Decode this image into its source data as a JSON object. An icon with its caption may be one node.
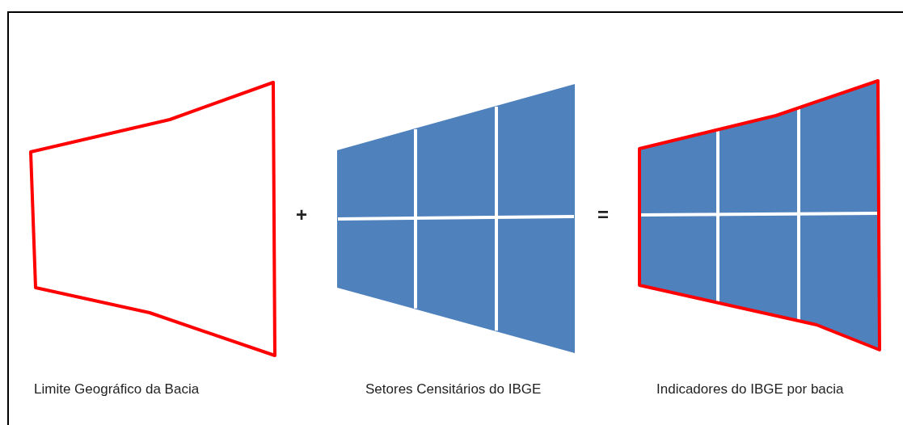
{
  "diagram": {
    "nodes": [
      {
        "text": [],
        "shape": "picture",
        "beside": [
          "Limite Geográfico da Bacia"
        ]
      },
      {
        "text": [],
        "shape": "picture",
        "beside": [
          "Setores Censitários do IBGE"
        ]
      },
      {
        "text": [],
        "shape": "picture",
        "beside": [
          "Indicadores do IBGE por bacia"
        ]
      }
    ],
    "edges": [],
    "labels": [
      "+",
      "="
    ]
  }
}
